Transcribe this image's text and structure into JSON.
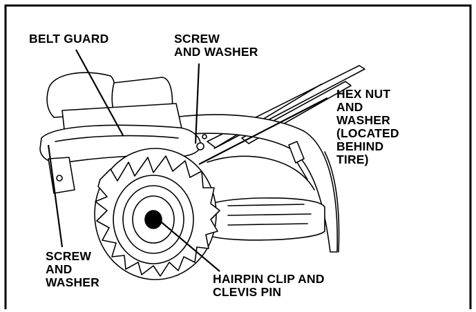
{
  "labels": {
    "belt_guard": "BELT GUARD",
    "screw_washer_top": [
      "SCREW",
      "AND WASHER"
    ],
    "hex_nut": [
      "HEX NUT",
      "AND",
      "WASHER",
      "(LOCATED",
      "BEHIND",
      "TIRE)"
    ],
    "screw_washer_left": [
      "SCREW",
      "AND",
      "WASHER"
    ],
    "hairpin": [
      "HAIRPIN CLIP AND",
      "CLEVIS PIN"
    ]
  },
  "colors": {
    "line": "#000000",
    "background": "#ffffff"
  }
}
